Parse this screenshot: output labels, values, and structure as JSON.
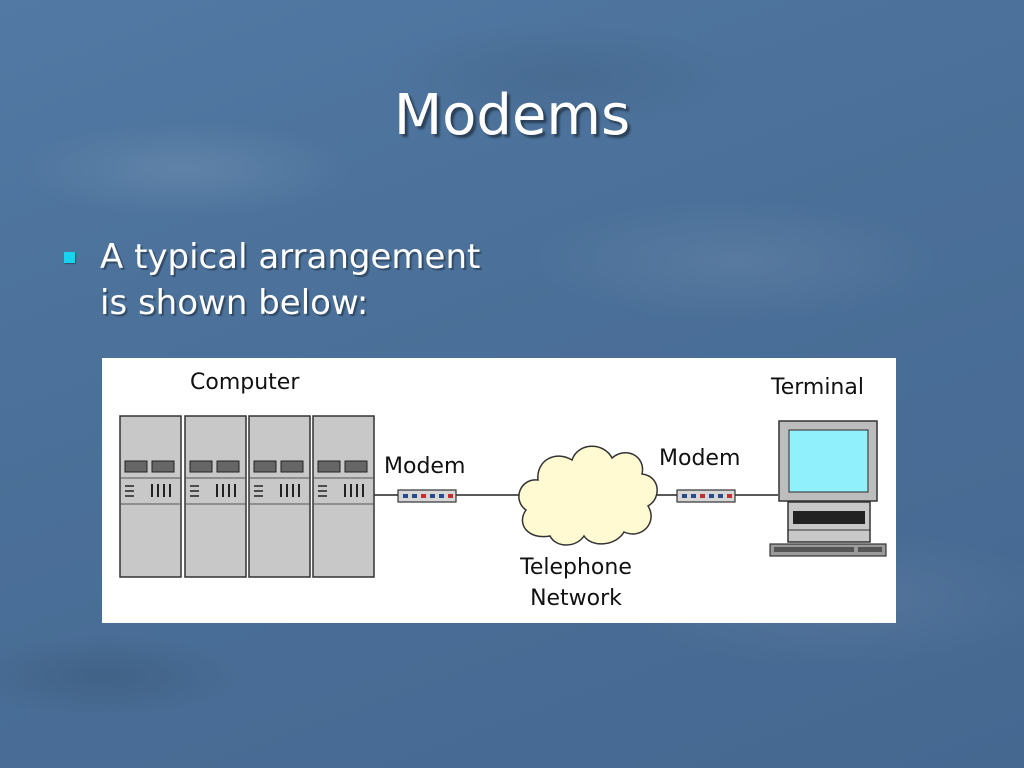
{
  "slide": {
    "title": "Modems",
    "bullets": [
      {
        "line1": "A typical arrangement",
        "line2": "is shown below:"
      }
    ]
  },
  "diagram": {
    "computer_label": "Computer",
    "terminal_label": "Terminal",
    "modem_left_label": "Modem",
    "modem_right_label": "Modem",
    "network_label_line1": "Telephone",
    "network_label_line2": "Network"
  },
  "colors": {
    "background": "#4a6f98",
    "bullet": "#19d3ee",
    "title_text": "#ffffff",
    "cloud_fill": "#fffad2",
    "screen_fill": "#90f0fc",
    "cabinet_fill": "#c8c8c8"
  }
}
